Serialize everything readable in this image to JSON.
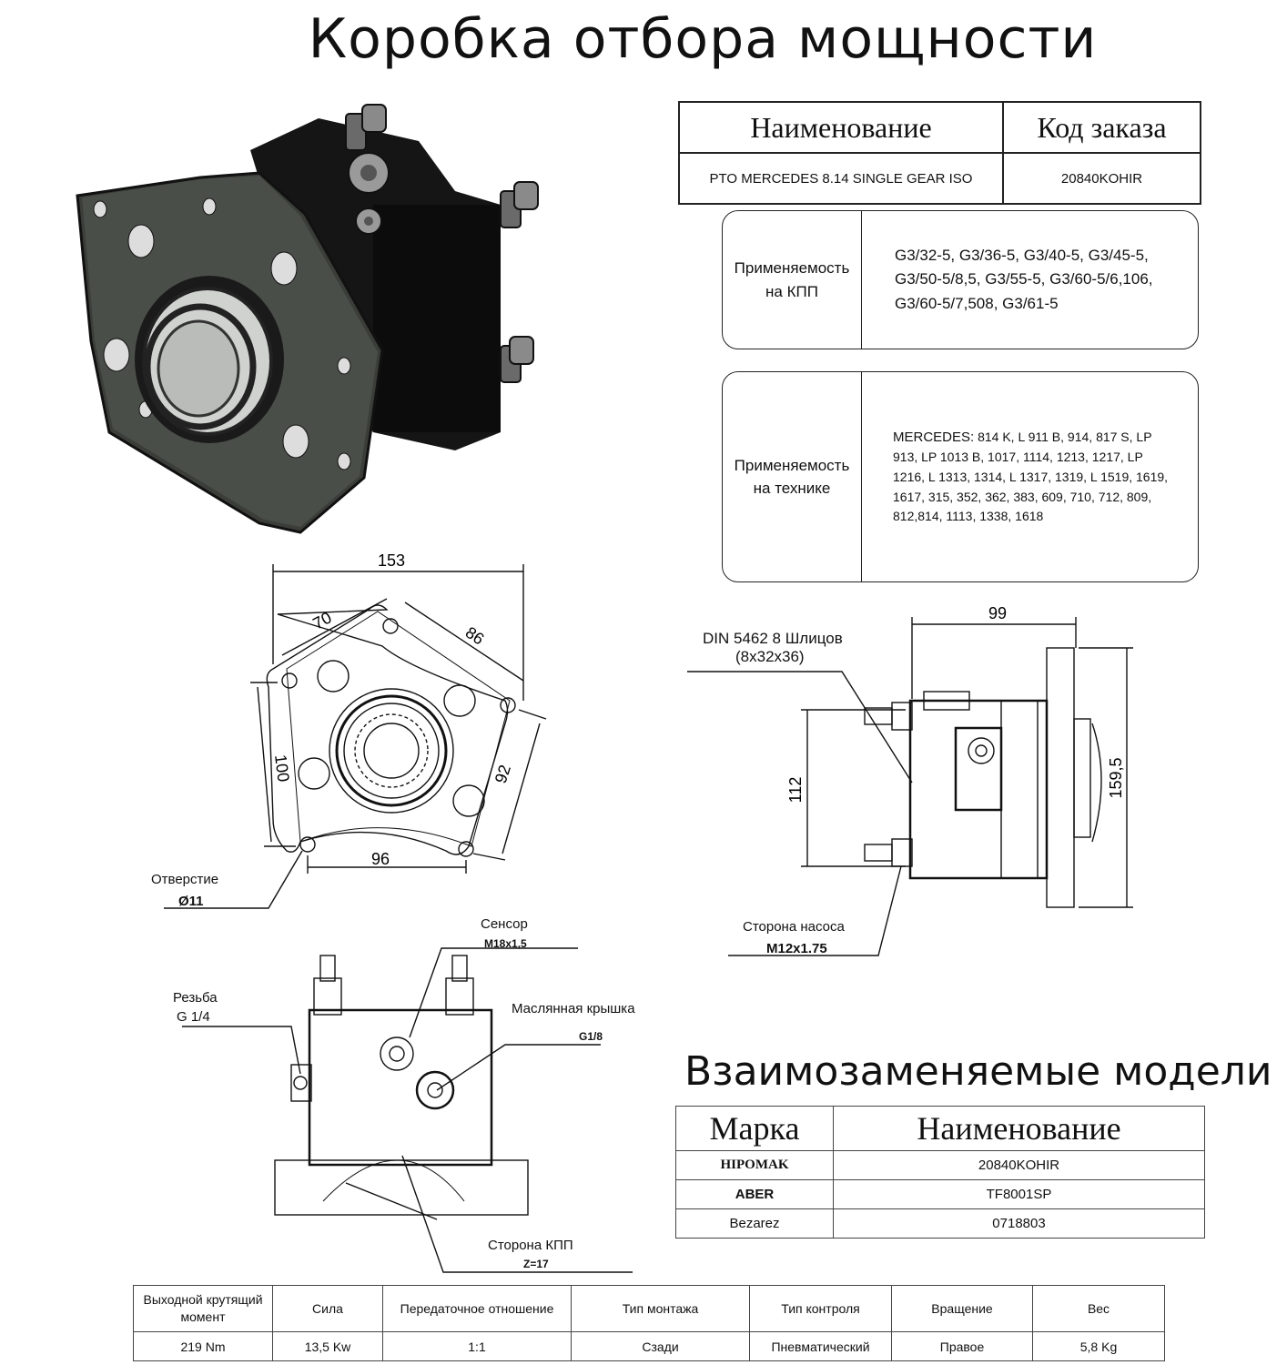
{
  "title": "Коробка отбора мощности",
  "order": {
    "head_name": "Наименование",
    "head_code": "Код заказа",
    "name": "PTO MERCEDES 8.14 SINGLE GEAR ISO",
    "code": "20840KOHIR"
  },
  "gearbox": {
    "label_line1": "Применяемость",
    "label_line2": "на КПП",
    "value": "G3/32-5, G3/36-5, G3/40-5, G3/45-5, G3/50-5/8,5, G3/55-5, G3/60-5/6,106, G3/60-5/7,508, G3/61-5"
  },
  "vehicles": {
    "label_line1": "Применяемость",
    "label_line2": "на  технике",
    "brand": "MERCEDES:",
    "value": "814 K, L 911 B, 914, 817 S, LP 913, LP 1013 B, 1017, 1114, 1213, 1217, LP 1216, L 1313, 1314, L 1317, 1319, L 1519, 1619, 1617, 315, 352, 362, 383, 609, 710, 712, 809, 812,814, 1113, 1338, 1618"
  },
  "front_view": {
    "dim_width": "153",
    "dim_70": "70",
    "dim_86": "86",
    "dim_100": "100",
    "dim_92": "92",
    "dim_96": "96",
    "hole_label": "Отверстие",
    "hole_value": "Ø11"
  },
  "side_view": {
    "spline_line1": "DIN 5462 8 Шлицов",
    "spline_line2": "(8x32x36)",
    "dim_99": "99",
    "dim_112": "112",
    "dim_159": "159,5",
    "pump_label": "Сторона насоса",
    "pump_value": "M12x1.75"
  },
  "top_view": {
    "sensor_label": "Сенсор",
    "sensor_value": "M18x1,5",
    "thread_line1": "Резьба",
    "thread_line2": "G 1/4",
    "oil_label": "Масляннaя крышка",
    "oil_value": "G1/8",
    "gearbox_side_label": "Сторона КПП",
    "gearbox_side_value": "Z=17"
  },
  "interchange": {
    "title": "Взаимозаменяемые модели",
    "head_brand": "Марка",
    "head_name": "Наименование",
    "rows": [
      {
        "brand": "HIPOMAK",
        "name": "20840KOHIR"
      },
      {
        "brand": "ABER",
        "name": "TF8001SP"
      },
      {
        "brand": "Bezarez",
        "name": "0718803"
      }
    ]
  },
  "specs": {
    "headers": [
      "Выходной крутящий момент",
      "Сила",
      "Передаточное отношение",
      "Тип монтажа",
      "Тип контроля",
      "Вращение",
      "Вес"
    ],
    "values": [
      "219 Nm",
      "13,5 Kw",
      "1:1",
      "Сзади",
      "Пневматический",
      "Правое",
      "5,8 Kg"
    ]
  }
}
